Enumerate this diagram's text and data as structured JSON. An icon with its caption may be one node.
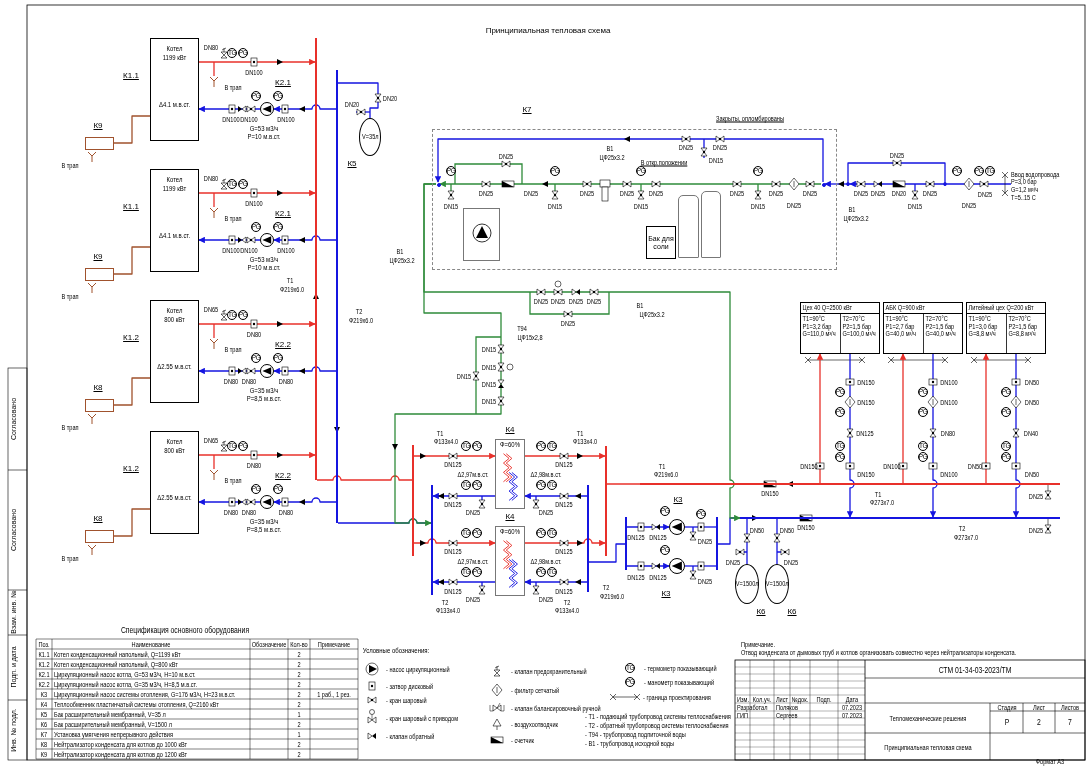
{
  "diagram": {
    "title": "Принципиальная тепловая схема",
    "nodes": [
      {
        "text": [
          "Котел",
          "1199 кВт",
          "Δ4.1 м.в.ст."
        ],
        "beside": [
          "К1.1"
        ]
      },
      {
        "text": [
          "Котел",
          "1199 кВт",
          "Δ4.1 м.в.ст."
        ],
        "beside": [
          "К1.1"
        ]
      },
      {
        "text": [
          "Котел",
          "800 кВт",
          "Δ2.55 м.в.ст."
        ],
        "beside": [
          "К1.2"
        ]
      },
      {
        "text": [
          "Котел",
          "800 кВт",
          "Δ2.55 м.в.ст."
        ],
        "beside": [
          "К1.2"
        ]
      },
      {
        "text": [],
        "shape": "box",
        "beside": [
          "К9"
        ]
      },
      {
        "text": [],
        "shape": "box",
        "beside": [
          "К9"
        ]
      },
      {
        "text": [],
        "shape": "box",
        "beside": [
          "К8"
        ]
      },
      {
        "text": [],
        "shape": "box",
        "beside": [
          "К8"
        ]
      },
      {
        "text": [],
        "shape": "circle",
        "beside": [
          "К2.1",
          "G=53 м3/ч",
          "P=10 м.в.ст."
        ]
      },
      {
        "text": [],
        "shape": "circle",
        "beside": [
          "К2.1",
          "G=53 м3/ч",
          "P=10 м.в.ст."
        ]
      },
      {
        "text": [],
        "shape": "circle",
        "beside": [
          "К2.2",
          "G=35 м3/ч",
          "P=8,5 м.в.ст."
        ]
      },
      {
        "text": [],
        "shape": "circle",
        "beside": [
          "К2.2",
          "G=35 м3/ч",
          "P=8,5 м.в.ст."
        ]
      },
      {
        "text": [
          "V=35л"
        ],
        "beside": [
          "К5"
        ]
      },
      {
        "text": [],
        "shape": "box",
        "beside": [
          "К7"
        ]
      },
      {
        "text": [],
        "shape": "box",
        "in": 13
      },
      {
        "text": [
          "Бак для соли"
        ],
        "in": 13
      },
      {
        "text": [],
        "shape": "cylinder",
        "in": 13
      },
      {
        "text": [],
        "shape": "cylinder",
        "in": 13
      },
      {
        "text": [
          "Цех 40 Q=2500 кВт",
          "Т1=90°С P1=3,2 бар G=110,0 м³/ч",
          "Т2=70°С P2=1,5 бар G=100,0 м³/ч"
        ]
      },
      {
        "text": [
          "АБК Q=900 кВт",
          "Т1=90°С P1=2,7 бар G=40,0 м³/ч",
          "Т2=70°С P2=1,5 бар G=40,0 м³/ч"
        ]
      },
      {
        "text": [
          "Литейный цех Q=200 кВт",
          "Т1=90°С P1=3,0 бар G=8,8 м³/ч",
          "Т2=70°С P2=1,5 бар G=8,8 м³/ч"
        ]
      },
      {
        "text": [
          "Ф=60%"
        ],
        "beside": [
          "К4"
        ]
      },
      {
        "text": [
          "Ф=60%"
        ],
        "beside": [
          "К4"
        ]
      },
      {
        "text": [],
        "shape": "circle",
        "beside": [
          "К3"
        ]
      },
      {
        "text": [],
        "shape": "circle",
        "beside": [
          "К3"
        ]
      },
      {
        "text": [
          "V=1500л"
        ],
        "beside": [
          "К6"
        ]
      },
      {
        "text": [
          "V=1500л"
        ],
        "beside": [
          "К6"
        ]
      },
      {
        "text": [],
        "shape": "bar"
      },
      {
        "text": [],
        "shape": "bar"
      },
      {
        "text": [],
        "shape": "bar"
      },
      {
        "text": [],
        "shape": "bar"
      },
      {
        "text": [],
        "shape": "bar"
      },
      {
        "text": [],
        "shape": "bar"
      },
      {
        "text": [],
        "shape": "bar"
      },
      {
        "text": [],
        "shape": "bar"
      },
      {
        "text": [],
        "shape": "bar"
      },
      {
        "text": [],
        "shape": "bar"
      },
      {
        "text": [
          "Ввод водопровода",
          "P=3,0 бар",
          "G=1,2 м³/ч",
          "Т=5..15 С"
        ]
      },
      {
        "text": [],
        "shape": "circle"
      },
      {
        "text": [],
        "shape": "circle"
      },
      {
        "text": [],
        "shape": "circle",
        "in": 13
      },
      {
        "text": [],
        "shape": "circle",
        "in": 13
      }
    ],
    "edges": [
      {
        "from": 0,
        "to": 4,
        "arrow": "none",
        "color": "#a0522d"
      },
      {
        "from": 1,
        "to": 5,
        "arrow": "none",
        "color": "#a0522d"
      },
      {
        "from": 2,
        "to": 6,
        "arrow": "none",
        "color": "#a0522d"
      },
      {
        "from": 3,
        "to": 7,
        "arrow": "none",
        "color": "#a0522d"
      },
      {
        "from": 8,
        "to": 0,
        "arrow": "to",
        "color": "#1515e0"
      },
      {
        "from": 9,
        "to": 1,
        "arrow": "to",
        "color": "#1515e0"
      },
      {
        "from": 10,
        "to": 2,
        "arrow": "to",
        "color": "#1515e0"
      },
      {
        "from": 11,
        "to": 3,
        "arrow": "to",
        "color": "#1515e0"
      },
      {
        "from": 0,
        "to": 27,
        "arrow": "to",
        "color": "#e8302a"
      },
      {
        "from": 1,
        "to": 27,
        "arrow": "to",
        "color": "#e8302a"
      },
      {
        "from": 2,
        "to": 27,
        "arrow": "to",
        "color": "#e8302a"
      },
      {
        "from": 3,
        "to": 27,
        "arrow": "to",
        "color": "#e8302a"
      },
      {
        "from": 28,
        "to": 8,
        "arrow": "to",
        "color": "#1515e0"
      },
      {
        "from": 28,
        "to": 9,
        "arrow": "to",
        "color": "#1515e0"
      },
      {
        "from": 28,
        "to": 10,
        "arrow": "to",
        "color": "#1515e0"
      },
      {
        "from": 28,
        "to": 11,
        "arrow": "to",
        "color": "#1515e0"
      },
      {
        "from": 27,
        "to": 29,
        "arrow": "none",
        "color": "#e8302a"
      },
      {
        "from": 28,
        "to": 30,
        "arrow": "none",
        "color": "#1515e0"
      },
      {
        "from": 29,
        "to": 21,
        "arrow": "to",
        "color": "#e8302a"
      },
      {
        "from": 21,
        "to": 32,
        "arrow": "to",
        "color": "#e8302a"
      },
      {
        "from": 31,
        "to": 21,
        "arrow": "to",
        "color": "#1515e0"
      },
      {
        "from": 21,
        "to": 30,
        "arrow": "to",
        "color": "#1515e0"
      },
      {
        "from": 29,
        "to": 22,
        "arrow": "to",
        "color": "#e8302a"
      },
      {
        "from": 22,
        "to": 32,
        "arrow": "to",
        "color": "#e8302a"
      },
      {
        "from": 31,
        "to": 22,
        "arrow": "to",
        "color": "#1515e0"
      },
      {
        "from": 22,
        "to": 30,
        "arrow": "to",
        "color": "#1515e0"
      },
      {
        "from": 31,
        "to": 33,
        "arrow": "none",
        "color": "#1515e0"
      },
      {
        "from": 33,
        "to": 23,
        "arrow": "to",
        "color": "#1515e0"
      },
      {
        "from": 23,
        "to": 34,
        "arrow": "none",
        "color": "#1515e0"
      },
      {
        "from": 33,
        "to": 24,
        "arrow": "to",
        "color": "#1515e0"
      },
      {
        "from": 24,
        "to": 34,
        "arrow": "none",
        "color": "#1515e0"
      },
      {
        "from": 32,
        "to": 35,
        "arrow": "none",
        "color": "#e8302a"
      },
      {
        "from": 34,
        "to": 36,
        "arrow": "none",
        "color": "#1515e0"
      },
      {
        "from": 35,
        "to": 18,
        "arrow": "to",
        "color": "#e8302a"
      },
      {
        "from": 35,
        "to": 19,
        "arrow": "to",
        "color": "#e8302a"
      },
      {
        "from": 35,
        "to": 20,
        "arrow": "to",
        "color": "#e8302a"
      },
      {
        "from": 18,
        "to": 36,
        "arrow": "to",
        "color": "#1515e0"
      },
      {
        "from": 19,
        "to": 36,
        "arrow": "to",
        "color": "#1515e0"
      },
      {
        "from": 20,
        "to": 36,
        "arrow": "to",
        "color": "#1515e0"
      },
      {
        "from": 36,
        "to": 25,
        "arrow": "none",
        "color": "#1515e0"
      },
      {
        "from": 36,
        "to": 26,
        "arrow": "none",
        "color": "#1515e0"
      },
      {
        "from": 28,
        "to": 12,
        "arrow": "none",
        "color": "#1515e0"
      },
      {
        "from": 37,
        "to": 39,
        "arrow": "none",
        "color": "#1515e0"
      },
      {
        "from": 40,
        "to": 30,
        "arrow": "to",
        "color": "#2e8b3a"
      },
      {
        "from": 40,
        "to": 36,
        "arrow": "to",
        "color": "#2e8b3a"
      },
      {
        "from": 39,
        "to": 38,
        "arrow": "to",
        "color": "#1515e0"
      },
      {
        "from": 39,
        "to": 38,
        "arrow": "none",
        "color": "#1515e0"
      },
      {
        "from": 38,
        "to": 41,
        "arrow": "to",
        "color": "#1515e0"
      },
      {
        "from": 41,
        "to": 40,
        "arrow": "to",
        "color": "#1515e0"
      },
      {
        "from": 41,
        "to": 40,
        "arrow": "to",
        "color": "#2e8b3a"
      }
    ],
    "labels": [
      "DN80",
      "TG",
      "PG",
      "В трап",
      "DN100",
      "PG",
      "PG",
      "DN100",
      "DN100",
      "DN100",
      "В трап",
      "DN80",
      "TG",
      "PG",
      "В трап",
      "DN100",
      "PG",
      "PG",
      "DN100",
      "DN100",
      "DN100",
      "В трап",
      "DN65",
      "TG",
      "PG",
      "В трап",
      "DN80",
      "PG",
      "PG",
      "DN80",
      "DN80",
      "DN80",
      "В трап",
      "DN65",
      "TG",
      "PG",
      "В трап",
      "DN80",
      "PG",
      "PG",
      "DN80",
      "DN80",
      "DN80",
      "В трап",
      "Т1",
      "Ф219х6.0",
      "Т2",
      "Ф219х6.0",
      "DN20",
      "DN20",
      "В1",
      "ЦФ25х3.2",
      "Закрыты, опломбированы",
      "В1",
      "ЦФ25х3.2",
      "В откр.положении",
      "DN25",
      "DN25",
      "DN15",
      "PG",
      "DN15",
      "DN25",
      "DN25",
      "DN25",
      "PG",
      "DN15",
      "DN25",
      "DN25",
      "PG",
      "DN15",
      "DN25",
      "DN25",
      "PG",
      "DN15",
      "DN25",
      "DN25",
      "DN25",
      "В1",
      "ЦФ25х3.2",
      "DN25",
      "DN25",
      "DN20",
      "DN15",
      "DN25",
      "DN25",
      "PG",
      "DN25",
      "PG",
      "TG",
      "DN25",
      "DN25",
      "DN25",
      "DN25",
      "DN25",
      "DN25",
      "В1",
      "ЦФ25х3.2",
      "Т94",
      "ЦФ15х2,8",
      "DN15",
      "DN15",
      "DN15",
      "DN15",
      "DN15",
      "Т1",
      "Ф133х4.0",
      "Т1",
      "Ф133х4.0",
      "TG",
      "PG",
      "DN125",
      "PG",
      "TG",
      "DN125",
      "Δ2,97м.в.ст.",
      "Δ2,98м.в.ст.",
      "TG",
      "PG",
      "DN125",
      "DN25",
      "PG",
      "TG",
      "DN25",
      "DN125",
      "TG",
      "PG",
      "DN125",
      "PG",
      "TG",
      "DN125",
      "Δ2,97м.в.ст.",
      "Δ2,98м.в.ст.",
      "TG",
      "PG",
      "DN125",
      "DN25",
      "PG",
      "TG",
      "DN25",
      "DN125",
      "Т2",
      "Ф133х4.0",
      "Т2",
      "Ф133х4.0",
      "Т1",
      "Ф219х6.0",
      "Т2",
      "Ф219х6.0",
      "DN125",
      "DN125",
      "PG",
      "PG",
      "DN25",
      "DN125",
      "DN125",
      "PG",
      "DN25",
      "DN50",
      "DN25",
      "DN50",
      "DN25",
      "DN150",
      "DN150",
      "DN150",
      "PG",
      "DN150",
      "PG",
      "DN125",
      "TG",
      "PG",
      "DN150",
      "DN150",
      "DN100",
      "PG",
      "DN100",
      "PG",
      "DN80",
      "TG",
      "PG",
      "DN100",
      "DN100",
      "DN50",
      "PG",
      "DN50",
      "PG",
      "DN40",
      "TG",
      "PG",
      "DN50",
      "DN50",
      "Т1",
      "Ф273х7.0",
      "Т2",
      "Ф273х7.0",
      "DN25",
      "DN25",
      "Спецификация основного оборудования",
      "Поз.",
      "Наименование",
      "Обозначение",
      "Кол-во",
      "Примечание",
      "К1.1",
      "Котел конденсационный напольный, Q=1199 кВт",
      "2",
      "К1.2",
      "Котел конденсационный напольный, Q=800 кВт",
      "2",
      "К2.1",
      "Циркуляционный насос котла, G=53 м3/ч, H=10 м.в.ст.",
      "2",
      "К2.2",
      "Циркуляционный насос котла, G=35 м3/ч, H=8,5 м.в.ст.",
      "2",
      "К3",
      "Циркуляционный насос системы отопления, G=176 м3/ч, H=23 м.в.ст.",
      "2",
      "1 раб., 1 рез.",
      "К4",
      "Теплообменник пластинчатый системы отопления, Q=2160 кВт",
      "2",
      "К5",
      "Бак расширительный мембранный, V=35 л",
      "1",
      "К6",
      "Бак расширительный мембранный, V=1500 л",
      "2",
      "К7",
      "Установка умягчения непрерывного действия",
      "1",
      "К8",
      "Нейтрализатор конденсата для котлов до 1000 кВт",
      "2",
      "К9",
      "Нейтрализатор конденсата для котлов до 1200 кВт",
      "2",
      "Условные обозначения:",
      "- Т1 - подающий трубопровод системы теплоснабжения",
      "- Т2 - обратный трубопровод системы теплоснабжения",
      "- Т94 - трубопровод подпиточной воды",
      "- В1 - трубопровод исходной воды",
      "Примечание.",
      "Отвод конденсата от дымовых труб и котлов организовать совместно через нейтрализаторы конденсата.",
      "СТМ 01-34-03-2023/ТМ",
      "Изм.",
      "Кол.уч.",
      "Лист",
      "№док.",
      "Подп.",
      "Дата",
      "Разработал",
      "Поляков",
      "07.2023",
      "ГИП",
      "Сергеев",
      "07.2023",
      "Тепломеханические решения",
      "Стадия",
      "Лист",
      "Листов",
      "Р",
      "2",
      "7",
      "Принципиальная тепловая схема",
      "Формат А3",
      "Согласовано",
      "Согласовано",
      "Взам. инв. №",
      "Подп. и дата",
      "Инв. № подл.",
      "TG",
      "PG"
    ],
    "legend": [
      {
        "text": "- насос циркуляционный"
      },
      {
        "text": "- затвор дисковый"
      },
      {
        "text": "- кран шаровый"
      },
      {
        "text": "- кран шаровый с приводом"
      },
      {
        "text": "- клапан обратный"
      },
      {
        "text": "- клапан предохранительный"
      },
      {
        "text": "- фильтр сетчатый"
      },
      {
        "text": "- клапан балансировочный ручной"
      },
      {
        "text": "- воздухоотводчик"
      },
      {
        "text": "- счетчик"
      },
      {
        "text": "- термометр показывающий"
      },
      {
        "text": "- манометр показывающий"
      },
      {
        "text": "- граница проектирования"
      }
    ]
  }
}
